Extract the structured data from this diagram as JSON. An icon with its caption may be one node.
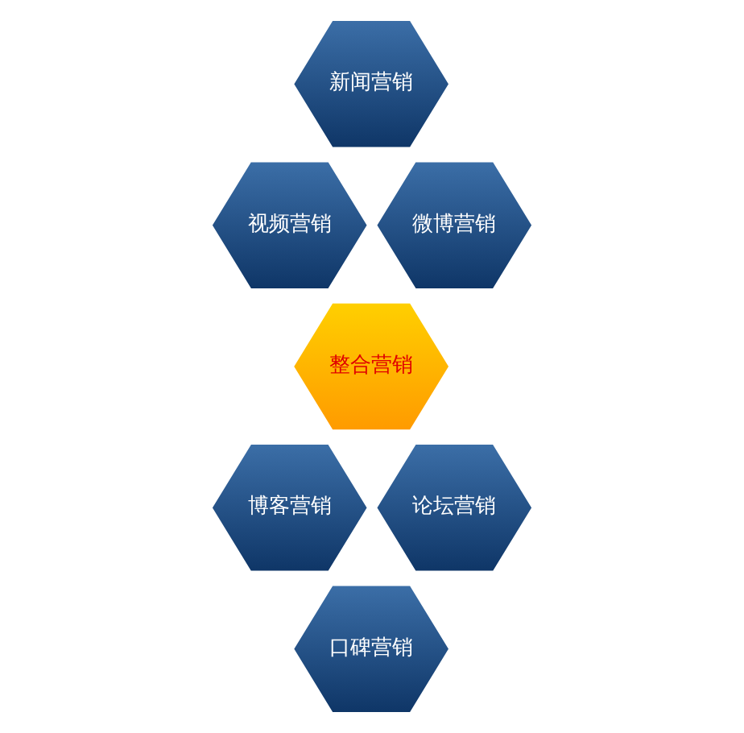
{
  "diagram": {
    "nodes": [
      {
        "text": [
          "新闻营销"
        ]
      },
      {
        "text": [
          "视频营销"
        ]
      },
      {
        "text": [
          "微博营销"
        ]
      },
      {
        "text": [
          "整合营销"
        ]
      },
      {
        "text": [
          "博客营销"
        ]
      },
      {
        "text": [
          "论坛营销"
        ]
      },
      {
        "text": [
          "口碑营销"
        ]
      }
    ]
  }
}
